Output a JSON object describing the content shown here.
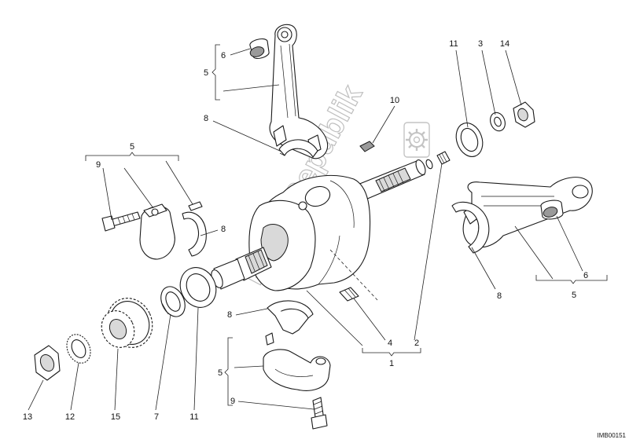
{
  "callouts": {
    "c_6_top": "6",
    "c_5_top": "5",
    "c_8_top": "8",
    "c_10": "10",
    "c_11_top": "11",
    "c_3": "3",
    "c_14": "14",
    "c_5_left": "5",
    "c_9_left": "9",
    "c_8_left": "8",
    "c_6_right": "6",
    "c_8_right": "8",
    "c_5_right": "5",
    "c_4": "4",
    "c_2": "2",
    "c_1": "1",
    "c_8_bottom": "8",
    "c_5_bottom": "5",
    "c_9_bottom": "9",
    "c_13": "13",
    "c_12": "12",
    "c_15": "15",
    "c_7": "7",
    "c_11_bottom": "11"
  },
  "drawing_code": "IMB00151",
  "watermark": {
    "text": "Parts Republik",
    "icon": "gear-icon"
  }
}
